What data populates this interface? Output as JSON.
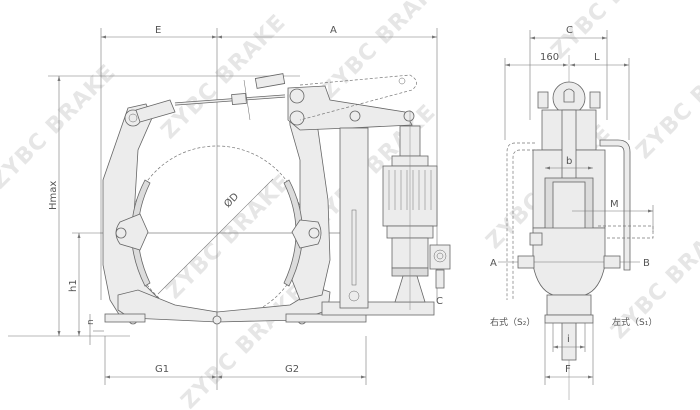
{
  "watermark": {
    "text": "ZYBC BRAKE"
  },
  "front_view": {
    "dimensions": {
      "E": "E",
      "A": "A",
      "Hmax": "Hmax",
      "h1": "h1",
      "n": "n",
      "G1": "G1",
      "G2": "G2",
      "D": "ØD",
      "C_port": "C"
    }
  },
  "side_view": {
    "dimensions": {
      "C": "C",
      "width_160": "160",
      "L": "L",
      "b": "b",
      "M": "M",
      "A": "A",
      "B": "B",
      "i": "i",
      "F": "F"
    },
    "labels": {
      "right_type": "右式（S₂）",
      "left_type": "左式（S₁）"
    }
  }
}
